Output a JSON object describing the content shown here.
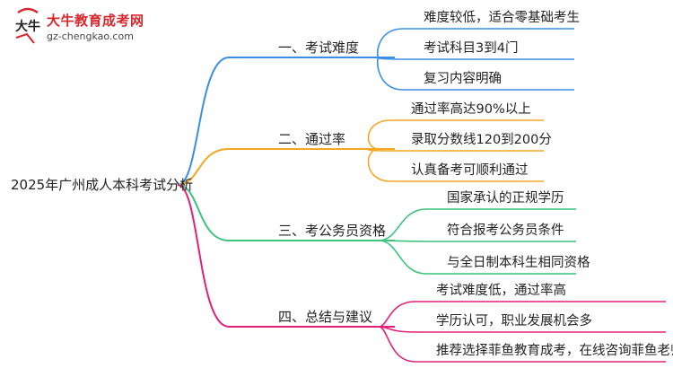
{
  "logo": {
    "title": "大牛教育成考网",
    "url": "gz-chengkao.com",
    "mark_text": "大牛"
  },
  "colors": {
    "blue": "#3a8ee6",
    "orange": "#f5a623",
    "green": "#3cc47c",
    "magenta": "#e0207a"
  },
  "root": "2025年广州成人本科考试分析",
  "branches": [
    {
      "label": "一、考试难度",
      "color": "#3a8ee6",
      "leaves": [
        "难度较低，适合零基础考生",
        "考试科目3到4门",
        "复习内容明确"
      ]
    },
    {
      "label": "二、通过率",
      "color": "#f5a623",
      "leaves": [
        "通过率高达90%以上",
        "录取分数线120到200分",
        "认真备考可顺利通过"
      ]
    },
    {
      "label": "三、考公务员资格",
      "color": "#3cc47c",
      "leaves": [
        "国家承认的正规学历",
        "符合报考公务员条件",
        "与全日制本科生相同资格"
      ]
    },
    {
      "label": "四、总结与建议",
      "color": "#e0207a",
      "leaves": [
        "考试难度低，通过率高",
        "学历认可，职业发展机会多",
        "推荐选择菲鱼教育成考，在线咨询菲鱼老师"
      ]
    }
  ]
}
